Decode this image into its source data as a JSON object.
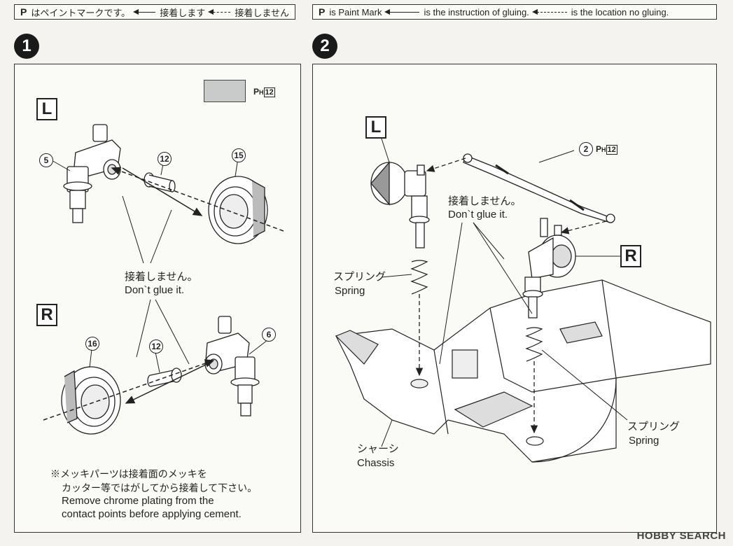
{
  "legend_jp": {
    "paint": "はペイントマークです。",
    "glue": "接着します",
    "noglue": "接着しません"
  },
  "legend_en": {
    "paint": "is Paint Mark",
    "glue": "is the instruction of gluing.",
    "noglue": "is the location no gluing."
  },
  "paint_mark_symbol": "P",
  "steps": [
    "1",
    "2"
  ],
  "step1": {
    "left_label": "L",
    "right_label": "R",
    "paint_code_prefix": "H",
    "paint_code": "12",
    "swatch_color": "#c9cbcb",
    "parts_left": [
      "5",
      "12",
      "15"
    ],
    "parts_right": [
      "16",
      "12",
      "6"
    ],
    "noglue_jp": "接着しません。",
    "noglue_en": "Don`t glue it.",
    "note_jp_1": "※メッキパーツは接着面のメッキを",
    "note_jp_2": "カッター等ではがしてから接着して下さい。",
    "note_en_1": "Remove chrome plating from the",
    "note_en_2": "contact points before applying cement."
  },
  "step2": {
    "left_label": "L",
    "right_label": "R",
    "part_num": "2",
    "paint_code_prefix": "H",
    "paint_code": "12",
    "noglue_jp": "接着しません。",
    "noglue_en": "Don`t glue it.",
    "spring_jp": "スプリング",
    "spring_en": "Spring",
    "chassis_jp": "シャーシ",
    "chassis_en": "Chassis"
  },
  "watermark": "HOBBY SEARCH"
}
